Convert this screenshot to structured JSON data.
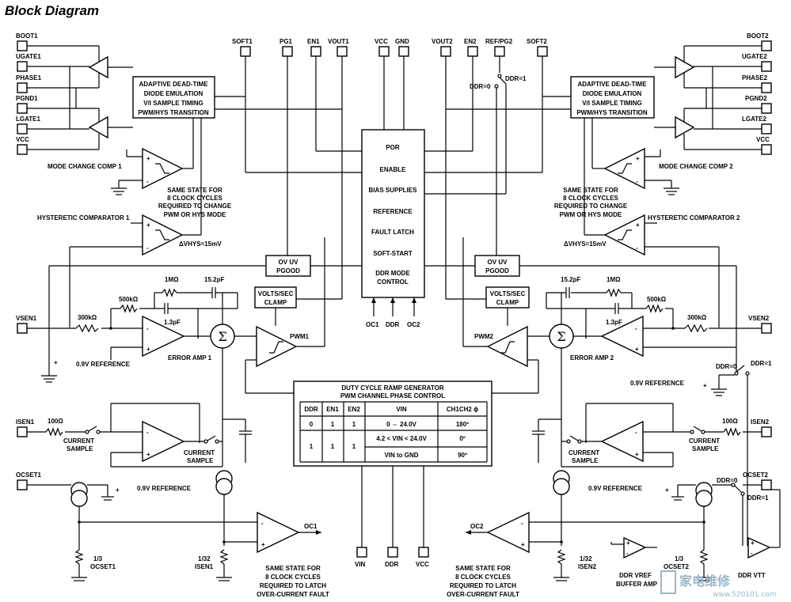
{
  "title": "Block Diagram",
  "pins_top_left": [
    "SOFT1",
    "PG1",
    "EN1",
    "VOUT1",
    "VCC",
    "GND"
  ],
  "pins_top_right": [
    "VOUT2",
    "EN2",
    "REF/PG2",
    "SOFT2"
  ],
  "pins_left": [
    "BOOT1",
    "UGATE1",
    "PHASE1",
    "PGND1",
    "LGATE1",
    "VCC",
    "VSEN1",
    "ISEN1",
    "OCSET1"
  ],
  "pins_right": [
    "BOOT2",
    "UGATE2",
    "PHASE2",
    "PGND2",
    "LGATE2",
    "VCC",
    "VSEN2",
    "ISEN2",
    "OCSET2"
  ],
  "pins_bottom": [
    "VIN",
    "DDR",
    "VCC"
  ],
  "center_block": [
    "POR",
    "ENABLE",
    "BIAS SUPPLIES",
    "REFERENCE",
    "FAULT LATCH",
    "SOFT-START",
    "DDR MODE",
    "CONTROL"
  ],
  "center_inputs": [
    "OC1",
    "DDR",
    "OC2"
  ],
  "adaptive_block": [
    "ADAPTIVE DEAD-TIME",
    "DIODE EMULATION",
    "V/I SAMPLE TIMING",
    "PWM/HYS TRANSITION"
  ],
  "ovuv_block": [
    "OV UV",
    "PGOOD"
  ],
  "clamp_block": [
    "VOLTS/SEC",
    "CLAMP"
  ],
  "labels": {
    "mode_comp_1": "MODE CHANGE COMP 1",
    "mode_comp_2": "MODE CHANGE COMP 2",
    "same_state_mode": [
      "SAME STATE FOR",
      "8 CLOCK CYCLES",
      "REQUIRED TO CHANGE",
      "PWM OR HYS MODE"
    ],
    "hyst_comp_1": "HYSTERETIC COMPARATOR 1",
    "hyst_comp_2": "HYSTERETIC COMPARATOR 2",
    "delta_v": "ΔVHYS=15mV",
    "r_1m": "1MΩ",
    "c_15p2": "15.2pF",
    "r_500k": "500kΩ",
    "r_300k": "300kΩ",
    "c_1p3": "1.3pF",
    "ref_09": "0.9V REFERENCE",
    "error_amp_1": "ERROR AMP 1",
    "error_amp_2": "ERROR AMP 2",
    "pwm1": "PWM1",
    "pwm2": "PWM2",
    "r_100": "100Ω",
    "current_sample": [
      "CURRENT",
      "SAMPLE"
    ],
    "ddr_eq_0": "DDR=0",
    "ddr_eq_1": "DDR=1",
    "oc1": "OC1",
    "oc2": "OC2",
    "div_1_3": "1/3",
    "ocset1_lbl": "OCSET1",
    "ocset2_lbl": "OCSET2",
    "div_1_32": "1/32",
    "isen1_lbl": "ISEN1",
    "isen2_lbl": "ISEN2",
    "same_state_oc": [
      "SAME STATE FOR",
      "8 CLOCK CYCLES",
      "REQUIRED TO LATCH",
      "OVER-CURRENT FAULT"
    ],
    "ddr_vref_buffer": [
      "DDR VREF",
      "BUFFER AMP"
    ],
    "ddr_vtt": "DDR VTT",
    "sum": "Σ"
  },
  "duty_table": {
    "title": [
      "DUTY CYCLE RAMP GENERATOR",
      "PWM CHANNEL PHASE CONTROL"
    ],
    "headers": [
      "DDR",
      "EN1",
      "EN2",
      "VIN",
      "CH1CH2 ϕ"
    ],
    "rows": [
      [
        "0",
        "1",
        "1",
        "0 ⇔ 24.0V",
        "180º"
      ],
      [
        "1",
        "1",
        "1",
        "4.2 < VIN < 24.0V",
        "0º"
      ],
      [
        "",
        "",
        "",
        "VIN to GND",
        "90º"
      ]
    ]
  },
  "watermark": {
    "chars": "家电维修",
    "url": "www.520101.com"
  }
}
